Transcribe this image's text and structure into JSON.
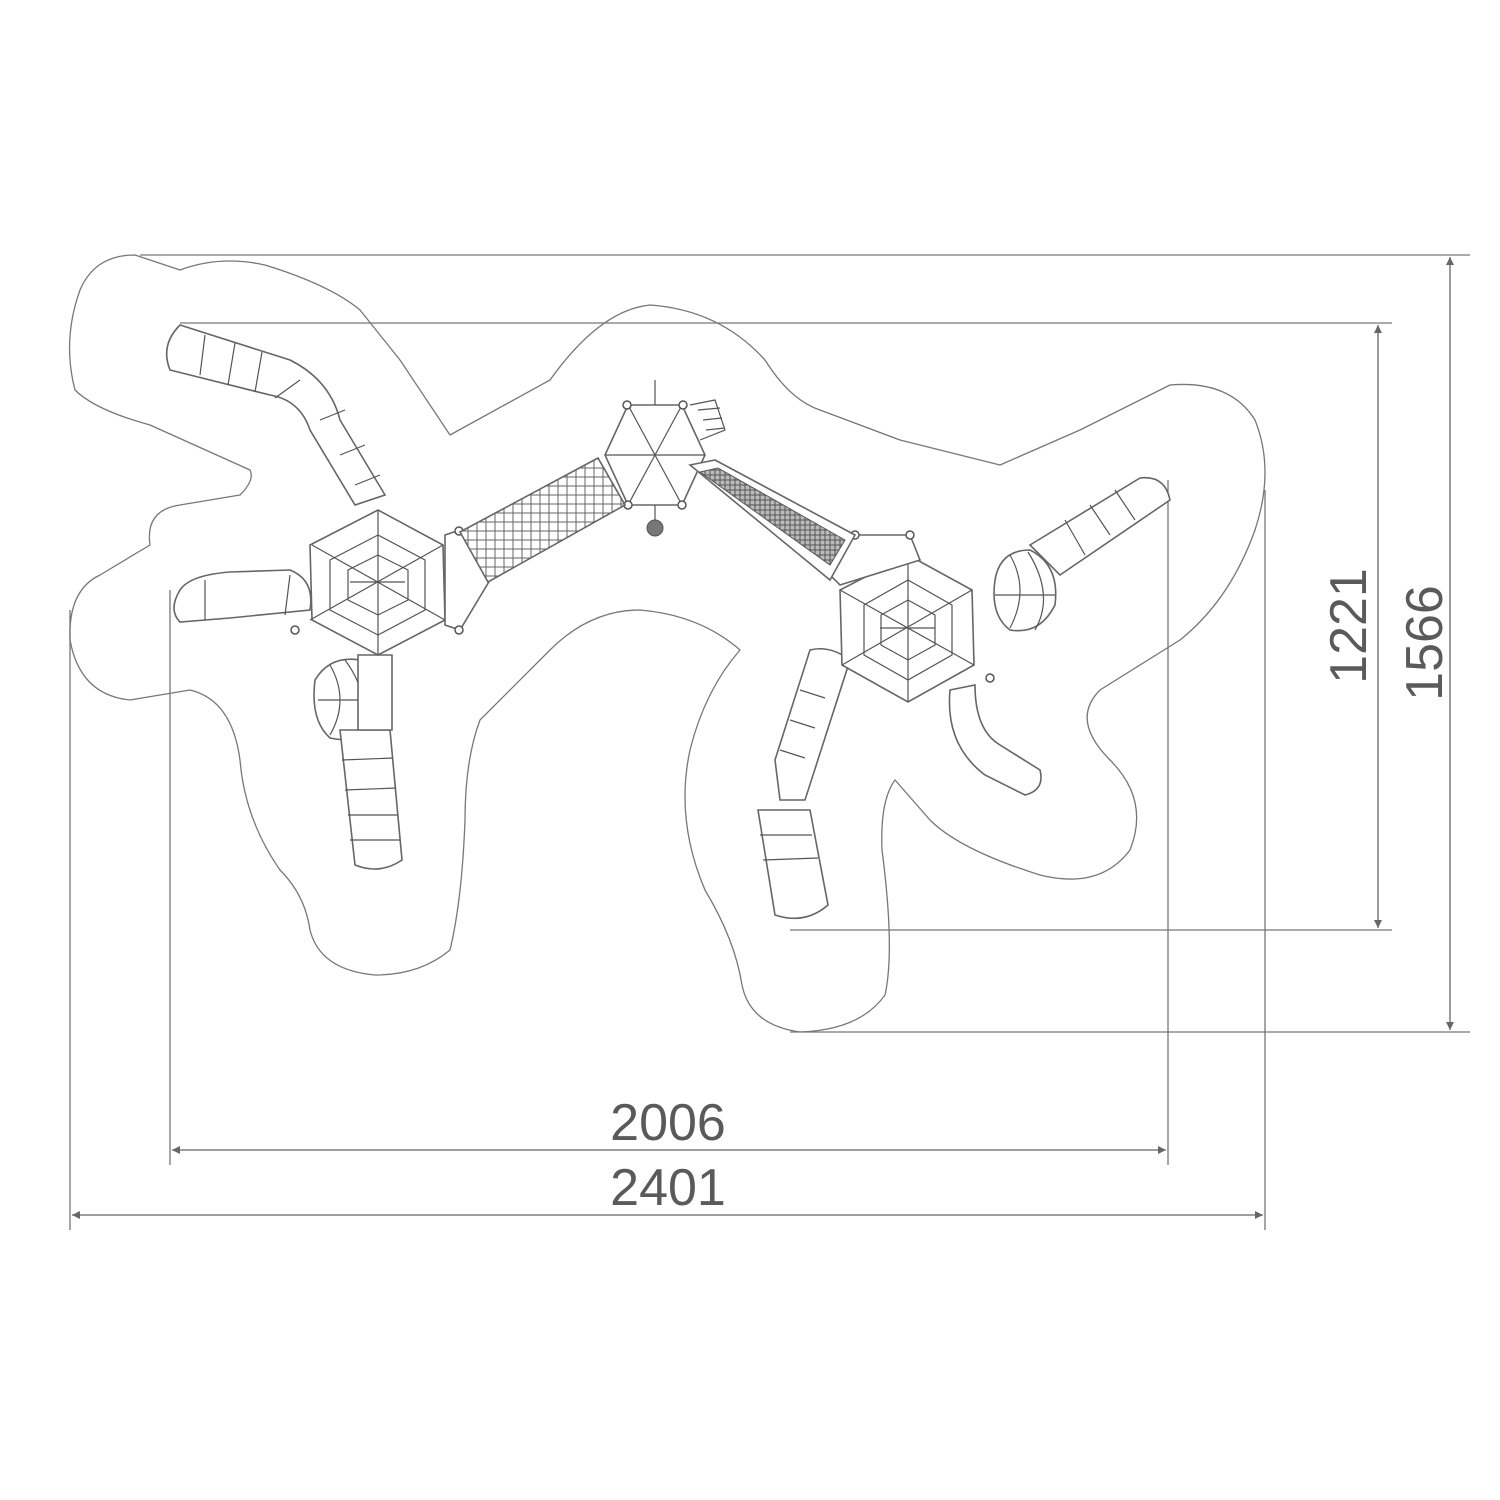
{
  "dimensions": {
    "inner_width": "2006",
    "outer_width": "2401",
    "inner_height": "1221",
    "outer_height": "1566"
  },
  "colors": {
    "line": "#777777",
    "text": "#5a5a5a"
  }
}
